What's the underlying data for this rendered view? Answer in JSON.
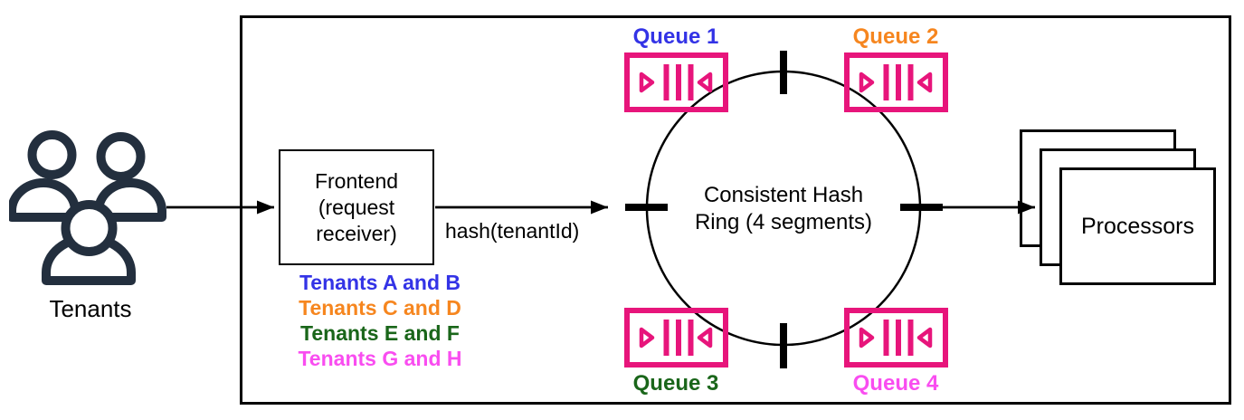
{
  "diagram": {
    "tenants": {
      "label": "Tenants"
    },
    "frontend": {
      "lines": [
        "Frontend",
        "(request",
        "receiver)"
      ]
    },
    "hash_label": "hash(tenantId)",
    "tenant_groups": [
      {
        "label": "Tenants A and B",
        "color": "#3333E6"
      },
      {
        "label": "Tenants C and D",
        "color": "#F6861F"
      },
      {
        "label": "Tenants E and F",
        "color": "#1A661A"
      },
      {
        "label": "Tenants G and H",
        "color": "#F94DF0"
      }
    ],
    "ring": {
      "lines": [
        "Consistent Hash",
        "Ring (4 segments)"
      ]
    },
    "queues": [
      {
        "label": "Queue 1",
        "color": "#3333E6"
      },
      {
        "label": "Queue 2",
        "color": "#F6861F"
      },
      {
        "label": "Queue 3",
        "color": "#1A661A"
      },
      {
        "label": "Queue 4",
        "color": "#F94DF0"
      }
    ],
    "processors": {
      "label": "Processors"
    },
    "colors": {
      "queue_icon": "#E7157B",
      "tenants_icon": "#232F3E",
      "line": "#000000"
    }
  }
}
